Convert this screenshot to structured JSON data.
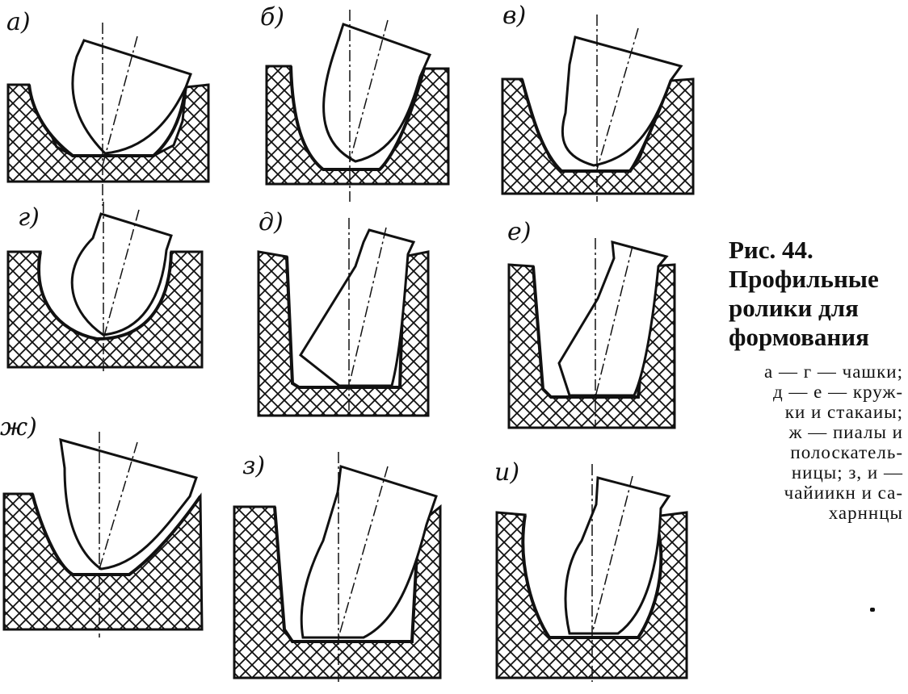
{
  "panels": [
    {
      "id": "a",
      "label": "а)"
    },
    {
      "id": "b",
      "label": "б)"
    },
    {
      "id": "v",
      "label": "в)"
    },
    {
      "id": "g",
      "label": "г)"
    },
    {
      "id": "d",
      "label": "д)"
    },
    {
      "id": "e",
      "label": "е)"
    },
    {
      "id": "zh",
      "label": "ж)"
    },
    {
      "id": "z",
      "label": "з)"
    },
    {
      "id": "i",
      "label": "и)"
    }
  ],
  "caption": {
    "title_lines": [
      "Рис.   44.",
      "Профильные",
      "ролики для",
      "формования"
    ],
    "body_lines": [
      "а — г — чашки;",
      "д — е — круж-",
      "ки и стакаиы;",
      "ж — пиалы и",
      "полоскатель-",
      "ницы; з, и —",
      "чайиикн и са-",
      "харннцы"
    ]
  }
}
